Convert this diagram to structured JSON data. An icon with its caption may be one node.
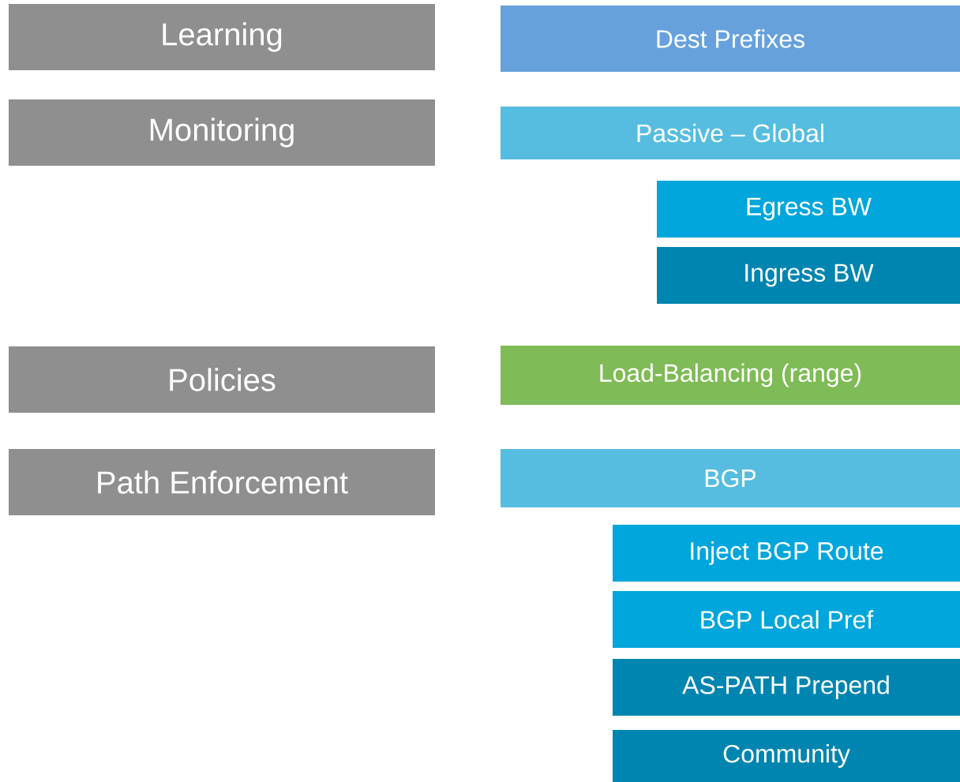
{
  "diagram": {
    "nodes": [
      {
        "text": [
          "Learning"
        ]
      },
      {
        "text": [
          "Monitoring"
        ]
      },
      {
        "text": [
          "Policies"
        ]
      },
      {
        "text": [
          "Path Enforcement"
        ]
      },
      {
        "text": [
          "Dest Prefixes"
        ]
      },
      {
        "text": [
          "Passive – Global"
        ]
      },
      {
        "text": [
          "Egress BW"
        ]
      },
      {
        "text": [
          "Ingress BW"
        ]
      },
      {
        "text": [
          "Load-Balancing (range)"
        ]
      },
      {
        "text": [
          "BGP"
        ]
      },
      {
        "text": [
          "Inject BGP Route"
        ]
      },
      {
        "text": [
          "BGP Local Pref"
        ]
      },
      {
        "text": [
          "AS-PATH Prepend"
        ]
      },
      {
        "text": [
          "Community"
        ]
      }
    ]
  }
}
